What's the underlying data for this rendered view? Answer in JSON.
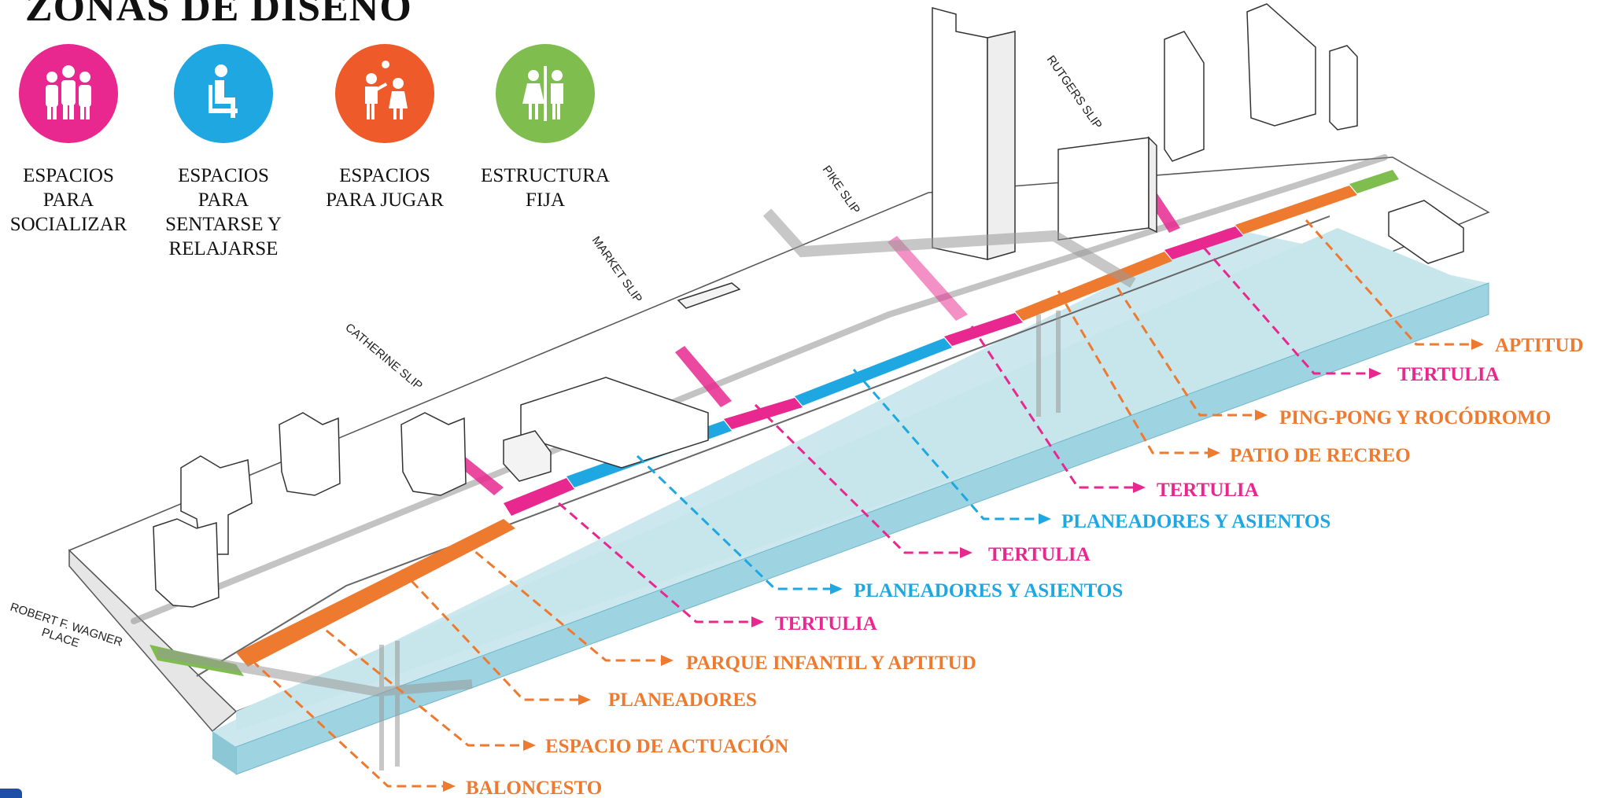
{
  "title": "ZONAS DE DISEÑO",
  "colors": {
    "magenta": "#e8278f",
    "blue": "#1ea7e1",
    "orange": "#ee7a30",
    "green": "#7fbd4e",
    "water": "#c6e6ec",
    "water_edge": "#9ed4e2"
  },
  "legend": [
    {
      "icon": "group-people-icon",
      "color": "#e8278f",
      "lines": [
        "ESPACIOS",
        "PARA",
        "SOCIALIZAR"
      ]
    },
    {
      "icon": "seated-person-icon",
      "color": "#1ea7e1",
      "lines": [
        "ESPACIOS",
        "PARA",
        "SENTARSE Y",
        "RELAJARSE"
      ]
    },
    {
      "icon": "playing-people-icon",
      "color": "#ee5a2a",
      "lines": [
        "ESPACIOS",
        "PARA JUGAR"
      ]
    },
    {
      "icon": "fixed-structure-icon",
      "color": "#7fbd4e",
      "lines": [
        "ESTRUCTURA",
        "FIJA"
      ]
    }
  ],
  "streets": {
    "rutgers": "RUTGERS SLIP",
    "pike": "PIKE SLIP",
    "market": "MARKET SLIP",
    "catherine": "CATHERINE SLIP",
    "wagner_1": "ROBERT F. WAGNER",
    "wagner_2": "PLACE"
  },
  "callouts": [
    {
      "label": "APTITUD",
      "color": "#ee7a30"
    },
    {
      "label": "TERTULIA",
      "color": "#e8278f"
    },
    {
      "label": "PING-PONG Y ROCÓDROMO",
      "color": "#ee7a30"
    },
    {
      "label": "PATIO DE RECREO",
      "color": "#ee7a30"
    },
    {
      "label": "TERTULIA",
      "color": "#e8278f"
    },
    {
      "label": "PLANEADORES Y ASIENTOS",
      "color": "#1ea7e1"
    },
    {
      "label": "TERTULIA",
      "color": "#e8278f"
    },
    {
      "label": "PLANEADORES Y ASIENTOS",
      "color": "#1ea7e1"
    },
    {
      "label": "TERTULIA",
      "color": "#e8278f"
    },
    {
      "label": "PARQUE INFANTIL Y APTITUD",
      "color": "#ee7a30"
    },
    {
      "label": "PLANEADORES",
      "color": "#ee7a30"
    },
    {
      "label": "ESPACIO DE ACTUACIÓN",
      "color": "#ee7a30"
    },
    {
      "label": "BALONCESTO",
      "color": "#ee7a30"
    }
  ]
}
